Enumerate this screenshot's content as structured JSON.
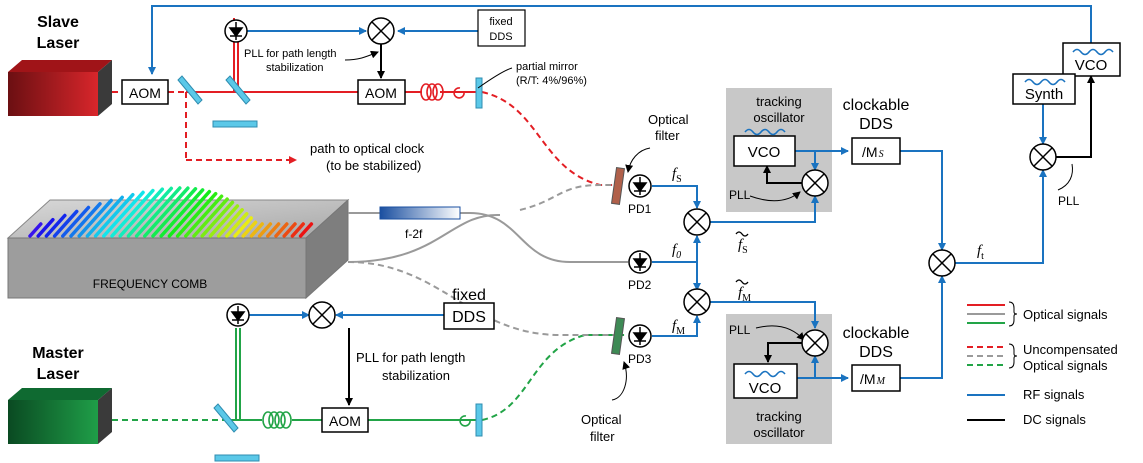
{
  "colors": {
    "optical_red": "#e31e24",
    "optical_gray": "#9a9a9a",
    "optical_green": "#22a447",
    "rf": "#1a73c0",
    "dc": "#000000",
    "box_gray": "#c8c8c8",
    "mirror": "#5bc8e8"
  },
  "lasers": {
    "slave_line1": "Slave",
    "slave_line2": "Laser",
    "master_line1": "Master",
    "master_line2": "Laser"
  },
  "blocks": {
    "aom": "AOM",
    "fixed_dds_small_1": "fixed",
    "fixed_dds_small_2": "DDS",
    "fixed_big": "fixed",
    "dds_big": "DDS",
    "vco": "VCO",
    "synth": "Synth",
    "div_s": "/M",
    "div_s_sub": "S",
    "div_m": "/M",
    "div_m_sub": "M",
    "f2f": "f-2f",
    "comb": "FREQUENCY COMB"
  },
  "annotations": {
    "pll_path_top_1": "PLL for path length",
    "pll_path_top_2": "stabilization",
    "partial_mirror_1": "partial mirror",
    "partial_mirror_2": "(R/T: 4%/96%)",
    "clock_path_1": "path to optical clock",
    "clock_path_2": "(to be stabilized)",
    "optical_filter_top_1": "Optical",
    "optical_filter_top_2": "filter",
    "optical_filter_bot_1": "Optical",
    "optical_filter_bot_2": "filter",
    "tracking_osc_1": "tracking",
    "tracking_osc_2": "oscillator",
    "clockable_1": "clockable",
    "clockable_2": "DDS",
    "pll": "PLL",
    "pll_path_bot_1": "PLL for path length",
    "pll_path_bot_2": "stabilization",
    "pd1": "PD1",
    "pd2": "PD2",
    "pd3": "PD3",
    "fs": "f",
    "fs_sub": "S",
    "f0": "f",
    "f0_sub": "0",
    "fm": "f",
    "fm_sub": "M",
    "fs_tilde": "f",
    "fs_tilde_sub": "S",
    "fm_tilde": "f",
    "fm_tilde_sub": "M",
    "ft": "f",
    "ft_sub": "t"
  },
  "legend": {
    "optical": "Optical signals",
    "uncomp_1": "Uncompensated",
    "uncomp_2": "Optical signals",
    "rf": "RF signals",
    "dc": "DC signals"
  }
}
